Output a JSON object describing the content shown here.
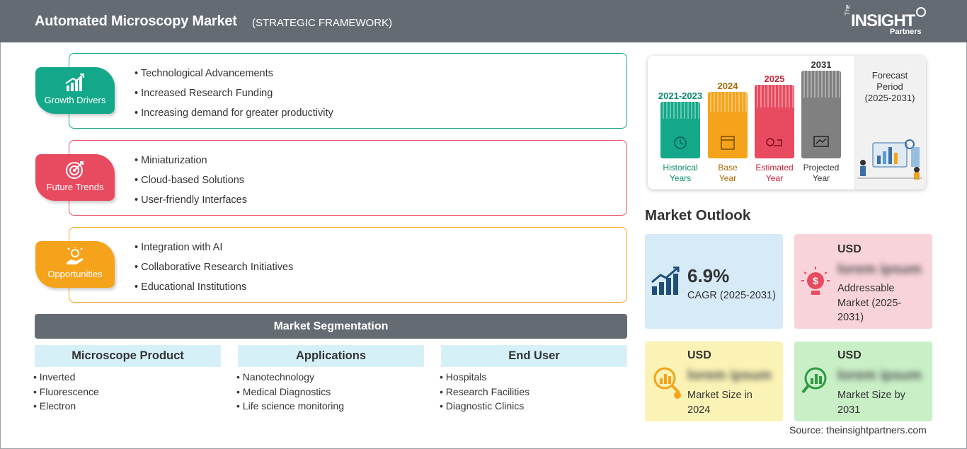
{
  "header": {
    "title": "Automated Microscopy Market",
    "subtitle": "(STRATEGIC FRAMEWORK)",
    "logo": {
      "the": "The",
      "insight": "INSIGHT",
      "partners": "Partners"
    }
  },
  "framework": {
    "growth_drivers": {
      "label": "Growth Drivers",
      "color": "#14a88a",
      "items": [
        "Technological Advancements",
        "Increased Research Funding",
        "Increasing demand for greater productivity"
      ]
    },
    "future_trends": {
      "label": "Future Trends",
      "color": "#e84a5f",
      "items": [
        "Miniaturization",
        "Cloud-based Solutions",
        "User-friendly Interfaces"
      ]
    },
    "opportunities": {
      "label": "Opportunities",
      "color": "#f5a31a",
      "items": [
        "Integration with AI",
        "Collaborative Research Initiatives",
        "Educational Institutions"
      ]
    }
  },
  "segmentation": {
    "title": "Market Segmentation",
    "columns": [
      {
        "heading": "Microscope Product",
        "items": [
          "Inverted",
          "Fluorescence",
          "Electron"
        ]
      },
      {
        "heading": "Applications",
        "items": [
          "Nanotechnology",
          "Medical Diagnostics",
          "Life science monitoring"
        ]
      },
      {
        "heading": "End User",
        "items": [
          "Hospitals",
          "Research Facilities",
          "Diagnostic Clinics"
        ]
      }
    ]
  },
  "timeline": {
    "bars": [
      {
        "year": "2021-2023",
        "label1": "Historical",
        "label2": "Years",
        "color": "#14a88a",
        "year_color": "#0f8a70"
      },
      {
        "year": "2024",
        "label1": "Base",
        "label2": "Year",
        "color": "#f5a31a",
        "year_color": "#a86800"
      },
      {
        "year": "2025",
        "label1": "Estimated",
        "label2": "Year",
        "color": "#e84a5f",
        "year_color": "#c4253a"
      },
      {
        "year": "2031",
        "label1": "Projected",
        "label2": "Year",
        "color": "#808080",
        "year_color": "#333333"
      }
    ],
    "forecast_line1": "Forecast",
    "forecast_line2": "Period",
    "forecast_line3": "(2025-2031)"
  },
  "outlook": {
    "title": "Market Outlook",
    "cagr": {
      "value": "6.9%",
      "label": "CAGR (2025-2031)",
      "color": "#d6eaf8"
    },
    "addressable": {
      "usd": "USD",
      "value": "lorem ipsum",
      "label_1": "Addressable",
      "label_2": "Market (2025-",
      "label_3": "2031)",
      "color": "#f9d3da"
    },
    "size_2024": {
      "usd": "USD",
      "value": "lorem ipsum",
      "label_1": "Market Size in",
      "label_2": "2024",
      "color": "#fbf3b5"
    },
    "size_2031": {
      "usd": "USD",
      "value": "lorem ipsum",
      "label_1": "Market Size by",
      "label_2": "2031",
      "color": "#c9efc7"
    }
  },
  "source": "Source: theinsightpartners.com"
}
